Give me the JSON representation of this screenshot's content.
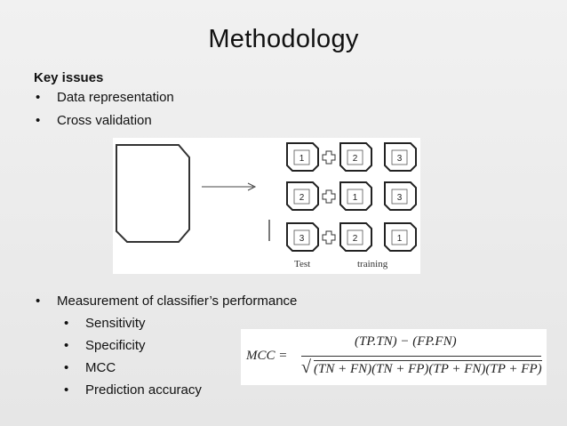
{
  "slide": {
    "title": "Methodology",
    "key_issues_heading": "Key issues",
    "bullets_top": [
      "Data representation",
      "Cross validation"
    ],
    "bullet_main": "Measurement of classifier’s performance",
    "sub_bullets": [
      "Sensitivity",
      "Specificity",
      "MCC",
      "Prediction accuracy"
    ]
  },
  "diagram": {
    "rows": [
      {
        "test": "1",
        "train": [
          "2",
          "3"
        ]
      },
      {
        "test": "2",
        "train": [
          "1",
          "3"
        ]
      },
      {
        "test": "3",
        "train": [
          "2",
          "1"
        ]
      }
    ],
    "caption_test": "Test",
    "caption_training": "training"
  },
  "formula": {
    "lhs": "MCC =",
    "numerator": "(TP.TN) − (FP.FN)",
    "sqrt_sign": "√",
    "denominator": "(TN + FN)(TN + FP)(TP + FN)(TP + FP)"
  }
}
